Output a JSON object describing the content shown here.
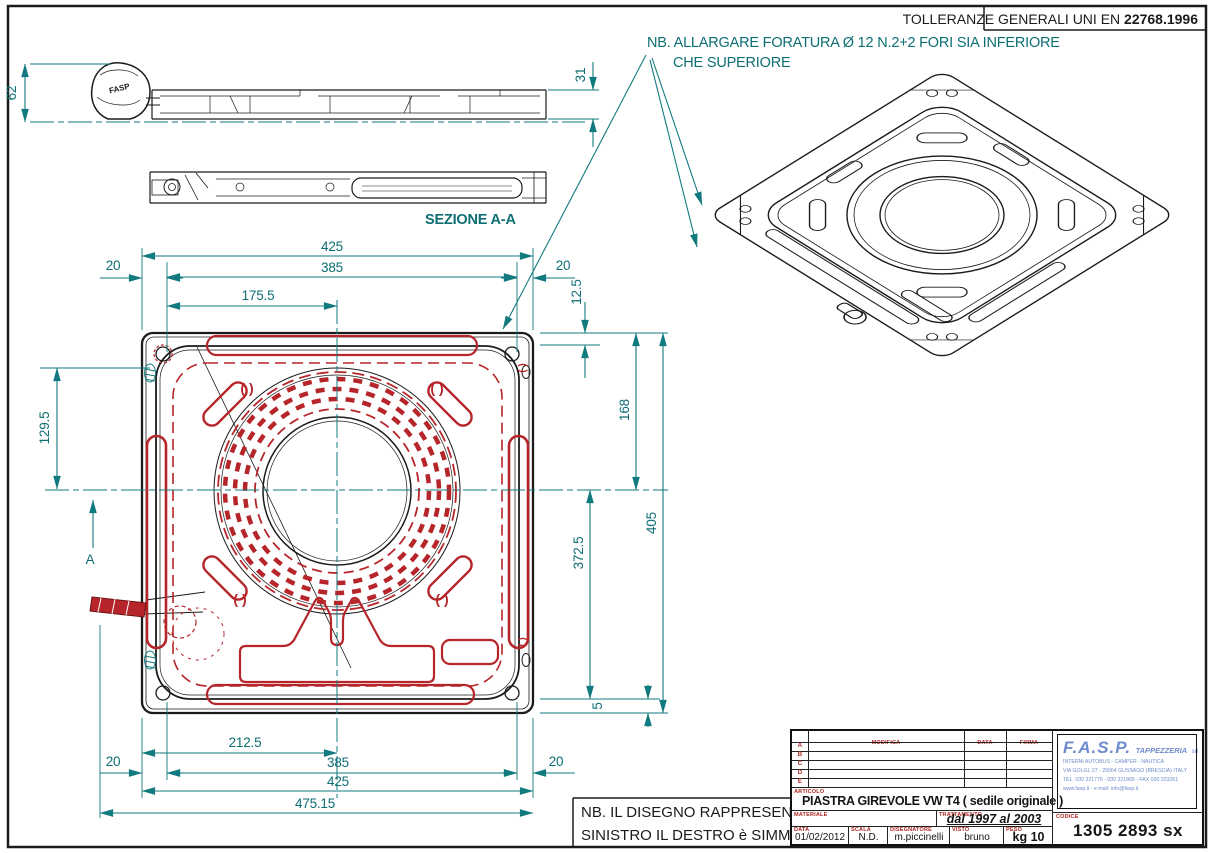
{
  "header": {
    "tolerance_prefix": "TOLLERANZE GENERALI UNI EN ",
    "tolerance_standard": "22768.1996"
  },
  "notes": {
    "enlarge_line1": "NB. ALLARGARE FORATURA Ø 12 N.2+2 FORI SIA INFERIORE",
    "enlarge_line2": "CHE SUPERIORE",
    "section_label": "SEZIONE A-A",
    "symmetry_line1": "NB. IL DISEGNO RAPPRESENTATO è IL",
    "symmetry_line2": "SINISTRO IL DESTRO è SIMMETRICO",
    "knob_label": "FASP",
    "section_arrow_label": "A",
    "paren_mark": "( )"
  },
  "dimensions": {
    "d62": "62",
    "d31": "31",
    "d425_top": "425",
    "d385_top": "385",
    "d175_5": "175.5",
    "d20_top_left": "20",
    "d20_top_right": "20",
    "d12_5": "12.5",
    "d129_5": "129.5",
    "d168": "168",
    "d372_5": "372.5",
    "d405": "405",
    "d5": "5",
    "d212_5": "212.5",
    "d385_bottom": "385",
    "d425_bottom": "425",
    "d475_15": "475.15",
    "d20_bottom_left": "20",
    "d20_bottom_right": "20"
  },
  "title_block": {
    "revision_rows": [
      "A",
      "B",
      "C",
      "D",
      "E"
    ],
    "col_modifica": "MODIFICA",
    "col_data": "DATA",
    "col_firma": "FIRMA",
    "articolo_label": "ARTICOLO",
    "articolo": "PIASTRA GIREVOLE VW T4 ( sedile originale )",
    "materiale_label": "MATERIALE",
    "trattamento_label": "TRATTAMENTO",
    "trattamento": "dal 1997 al 2003",
    "data_label": "DATA",
    "data": "01/02/2012",
    "scala_label": "SCALA",
    "scala": "N.D.",
    "disegnatore_label": "DISEGNATORE",
    "disegnatore": "m.piccinelli",
    "visto_label": "VISTO",
    "visto": "bruno",
    "peso_label": "PESO",
    "peso": "kg 10",
    "codice_label": "CODICE",
    "codice": "1305 2893 sx"
  },
  "logo": {
    "name": "F.A.S.P.",
    "tagline": "TAPPEZZERIA",
    "tagline2": "srl",
    "line1": "INTERNI  AUTOBUS  -  CAMPER  -  NAUTICA",
    "line2": "VIA GOLGI, 27 - 25064 GUSSAGO (BRESCIA) ITALY",
    "line3": "TEL. 030 321776 - 030 321805 - FAX 030 323261",
    "line4": "www.fasp.it - e-mail: info@fasp.it"
  },
  "colors": {
    "dimension_teal": "#117a7e",
    "feature_red": "#b6252a",
    "line_black": "#1b1b1b",
    "logo_blue": "#6e8cce",
    "label_red": "#b02620"
  }
}
